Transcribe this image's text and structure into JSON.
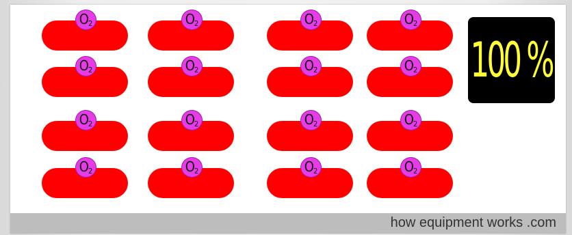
{
  "diagram": {
    "molecule_label": "O",
    "molecule_subscript": "2",
    "saturation_readout": "100 %",
    "colors": {
      "hemoglobin": "#ff0000",
      "oxygen": "#e63ce6",
      "readout_bg": "#000000",
      "readout_text": "#ffff33"
    },
    "hemoglobin_count": 16,
    "oxygen_bound_count": 16
  },
  "footer": {
    "credit": "how equipment works .com"
  }
}
